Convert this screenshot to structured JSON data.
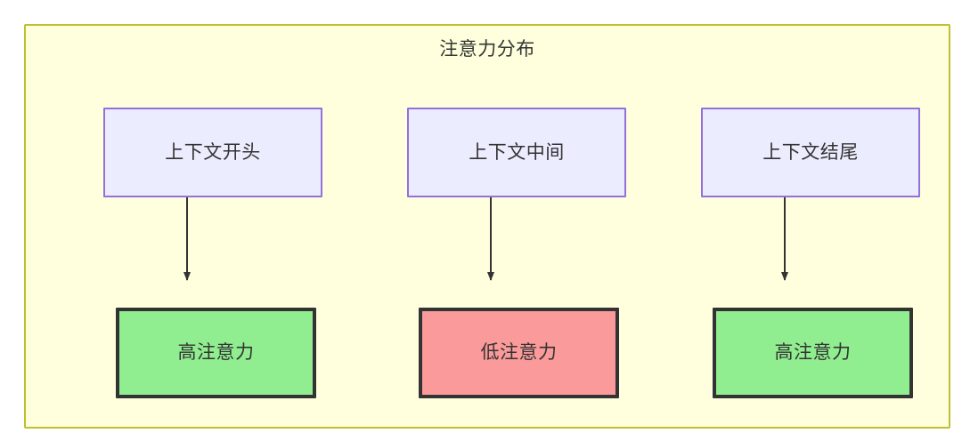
{
  "diagram": {
    "title": "注意力分布",
    "type": "flowchart",
    "background_color": "#ffffdd",
    "container_border_color": "#bfbf34",
    "nodes": [
      {
        "id": "context-start",
        "label": "上下文开头",
        "row": "top",
        "column": 1,
        "fill": "#ececff",
        "border": "#9370db"
      },
      {
        "id": "context-middle",
        "label": "上下文中间",
        "row": "top",
        "column": 2,
        "fill": "#ececff",
        "border": "#9370db"
      },
      {
        "id": "context-end",
        "label": "上下文结尾",
        "row": "top",
        "column": 3,
        "fill": "#ececff",
        "border": "#9370db"
      },
      {
        "id": "attention-high-start",
        "label": "高注意力",
        "row": "bottom",
        "column": 1,
        "fill": "#90ee90",
        "border": "#333333"
      },
      {
        "id": "attention-low-middle",
        "label": "低注意力",
        "row": "bottom",
        "column": 2,
        "fill": "#fb9a9a",
        "border": "#333333"
      },
      {
        "id": "attention-high-end",
        "label": "高注意力",
        "row": "bottom",
        "column": 3,
        "fill": "#90ee90",
        "border": "#333333"
      }
    ],
    "edges": [
      {
        "from": "context-start",
        "to": "attention-high-start",
        "arrow": "solid-arrowhead"
      },
      {
        "from": "context-middle",
        "to": "attention-low-middle",
        "arrow": "solid-arrowhead"
      },
      {
        "from": "context-end",
        "to": "attention-high-end",
        "arrow": "solid-arrowhead"
      }
    ],
    "edge_color": "#333333"
  }
}
